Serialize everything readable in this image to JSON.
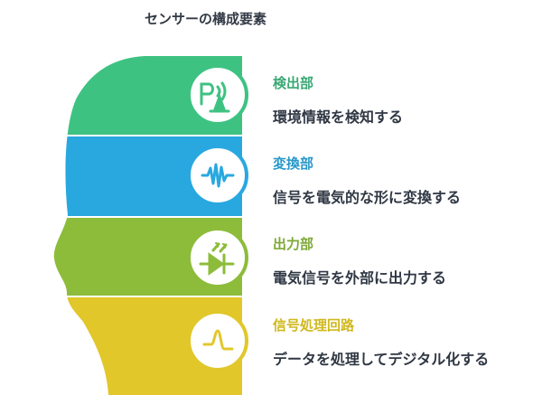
{
  "title": "センサーの構成要素",
  "sections": [
    {
      "heading": "検出部",
      "desc": "環境情報を検知する",
      "icon": "sensor-signal-icon",
      "color": "#3ec282"
    },
    {
      "heading": "変換部",
      "desc": "信号を電気的な形に変換する",
      "icon": "waveform-icon",
      "color": "#29a8e0"
    },
    {
      "heading": "出力部",
      "desc": "電気信号を外部に出力する",
      "icon": "led-diode-icon",
      "color": "#8dbc3b"
    },
    {
      "heading": "信号処理回路",
      "desc": "データを処理してデジタル化する",
      "icon": "signal-pulse-icon",
      "color": "#e1c72a"
    }
  ]
}
